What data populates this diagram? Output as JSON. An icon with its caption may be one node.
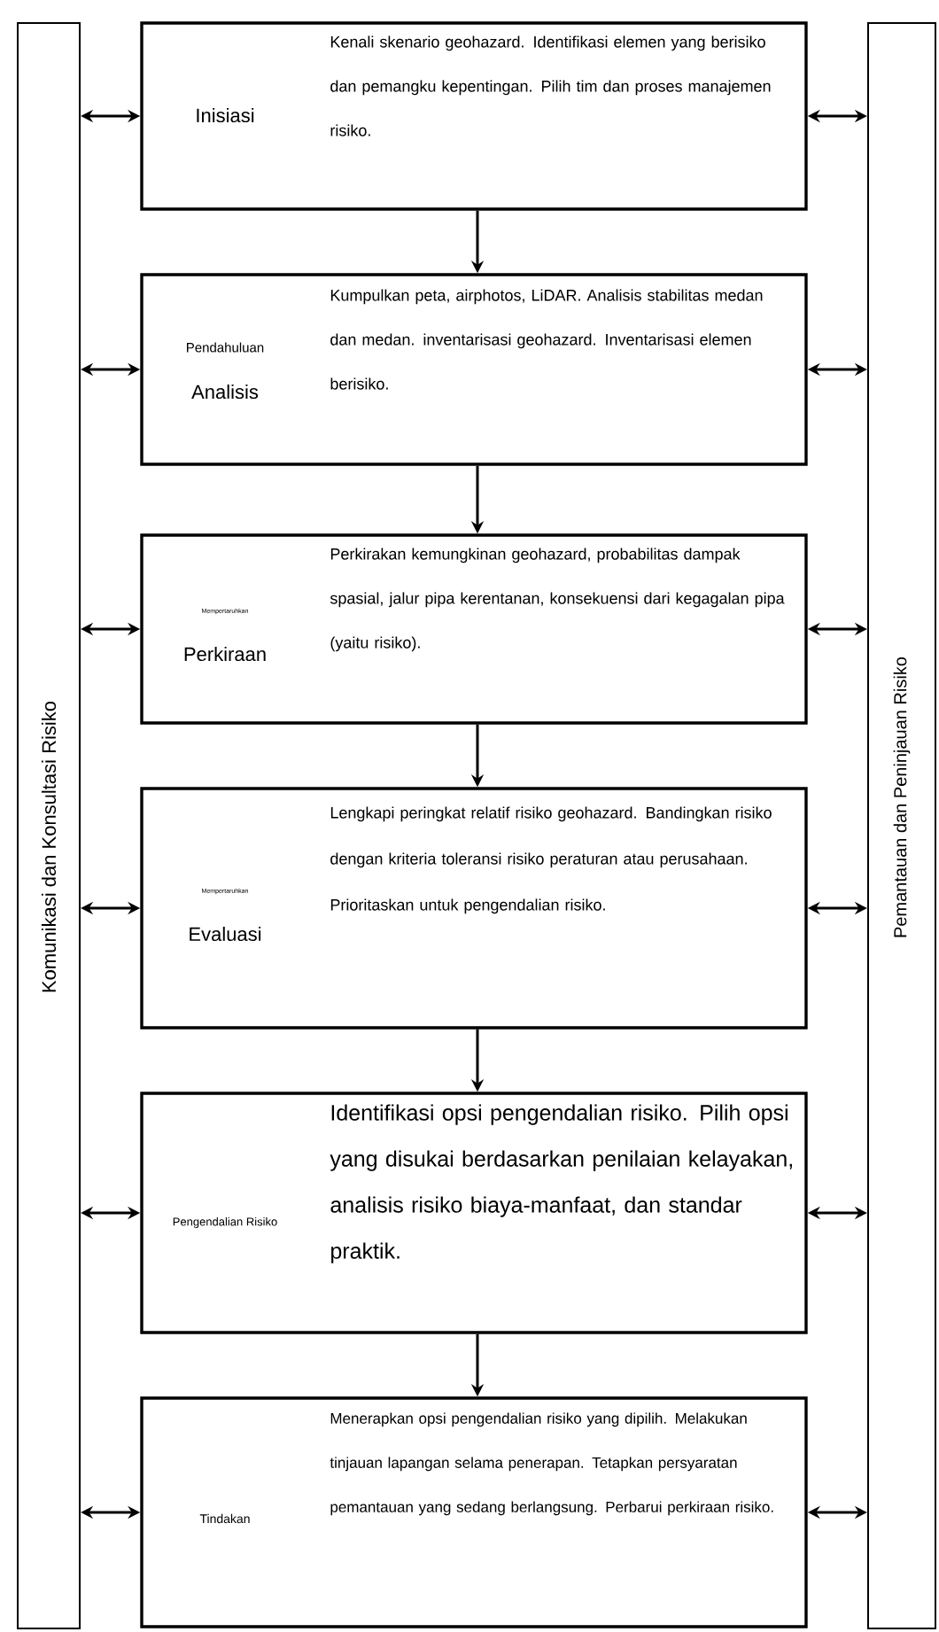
{
  "diagram": {
    "nodes": [
      {
        "text": [
          "Komunikasi dan Konsultasi Risiko"
        ]
      },
      {
        "text": [
          "Pemantauan dan Peninjauan Risiko"
        ]
      },
      {
        "text": [
          "Inisiasi",
          "Kenali skenario geohazard. Identifikasi elemen yang berisiko dan pemangku kepentingan. Pilih tim dan proses manajemen risiko."
        ]
      },
      {
        "text": [
          "Pendahuluan",
          "Analisis",
          "Kumpulkan peta, airphotos, LiDAR. Analisis stabilitas medan dan medan. inventarisasi geohazard. Inventarisasi elemen berisiko."
        ]
      },
      {
        "text": [
          "Mempertaruhkan",
          "Perkiraan",
          "Perkirakan kemungkinan geohazard, probabilitas dampak spasial, jalur pipa kerentanan, konsekuensi dari kegagalan pipa (yaitu risiko)."
        ]
      },
      {
        "text": [
          "Mempertaruhkan",
          "Evaluasi",
          "Lengkapi peringkat relatif risiko geohazard. Bandingkan risiko dengan kriteria toleransi risiko peraturan atau perusahaan. Prioritaskan untuk pengendalian risiko."
        ]
      },
      {
        "text": [
          "Pengendalian Risiko",
          "Identifikasi opsi pengendalian risiko. Pilih opsi yang disukai berdasarkan penilaian kelayakan, analisis risiko biaya-manfaat, dan standar praktik."
        ]
      },
      {
        "text": [
          "Tindakan",
          "Menerapkan opsi pengendalian risiko yang dipilih. Melakukan tinjauan lapangan selama penerapan. Tetapkan persyaratan pemantauan yang sedang berlangsung. Perbarui perkiraan risiko."
        ]
      }
    ],
    "edges": [
      {
        "from": 2,
        "to": 3,
        "arrow": "to"
      },
      {
        "from": 3,
        "to": 4,
        "arrow": "to"
      },
      {
        "from": 4,
        "to": 5,
        "arrow": "to"
      },
      {
        "from": 5,
        "to": 6,
        "arrow": "to"
      },
      {
        "from": 6,
        "to": 7,
        "arrow": "to"
      },
      {
        "from": 0,
        "to": 2,
        "arrow": "both"
      },
      {
        "from": 0,
        "to": 3,
        "arrow": "both"
      },
      {
        "from": 0,
        "to": 4,
        "arrow": "both"
      },
      {
        "from": 0,
        "to": 5,
        "arrow": "both"
      },
      {
        "from": 0,
        "to": 6,
        "arrow": "both"
      },
      {
        "from": 0,
        "to": 7,
        "arrow": "both"
      },
      {
        "from": 2,
        "to": 1,
        "arrow": "both"
      },
      {
        "from": 3,
        "to": 1,
        "arrow": "both"
      },
      {
        "from": 4,
        "to": 1,
        "arrow": "both"
      },
      {
        "from": 5,
        "to": 1,
        "arrow": "both"
      },
      {
        "from": 6,
        "to": 1,
        "arrow": "both"
      },
      {
        "from": 7,
        "to": 1,
        "arrow": "both"
      }
    ]
  }
}
